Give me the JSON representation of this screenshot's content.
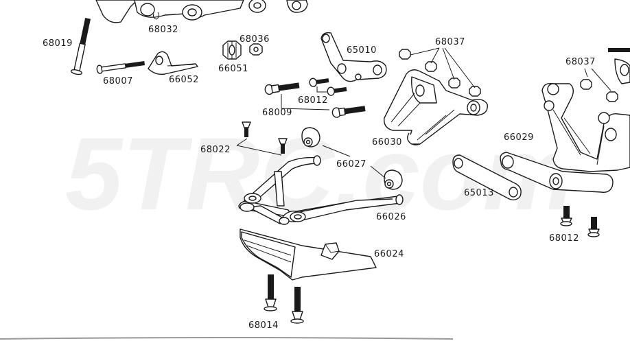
{
  "watermark": "5TRC.com",
  "part_numbers": {
    "p68032": "68032",
    "p68019": "68019",
    "p68036": "68036",
    "p66051": "66051",
    "p68007": "68007",
    "p66052": "66052",
    "p65010": "65010",
    "p68037a": "68037",
    "p68037b": "68037",
    "p68012a": "68012",
    "p68009": "68009",
    "p66030": "66030",
    "p66029": "66029",
    "p68022": "68022",
    "p66027": "66027",
    "p65013": "65013",
    "p66026": "66026",
    "p68012b": "68012",
    "p66024": "66024",
    "p68014": "68014"
  }
}
